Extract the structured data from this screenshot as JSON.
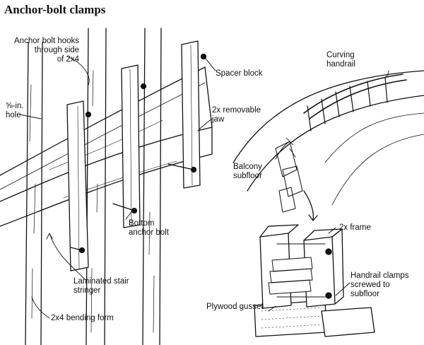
{
  "title": "Anchor-bolt clamps",
  "labels": {
    "anchor_hooks": [
      "Anchor bolt hooks",
      "through side",
      "of 2x4"
    ],
    "hole": [
      "⅝-in.",
      "hole"
    ],
    "spacer_block": "Spacer block",
    "removable_jaw": [
      "2x removable",
      "jaw"
    ],
    "bottom_bolt": [
      "Bottom",
      "anchor bolt"
    ],
    "laminated_stringer": [
      "Laminated stair",
      "stringer"
    ],
    "bending_form": "2x4 bending form",
    "curving_handrail": [
      "Curving",
      "handrail"
    ],
    "balcony_subfloor": [
      "Balcony",
      "subfloor"
    ],
    "frame_2x": "2x frame",
    "handrail_clamps": [
      "Handrail clamps",
      "screwed to",
      "subfloor"
    ],
    "plywood_gusset": "Plywood gusset"
  }
}
